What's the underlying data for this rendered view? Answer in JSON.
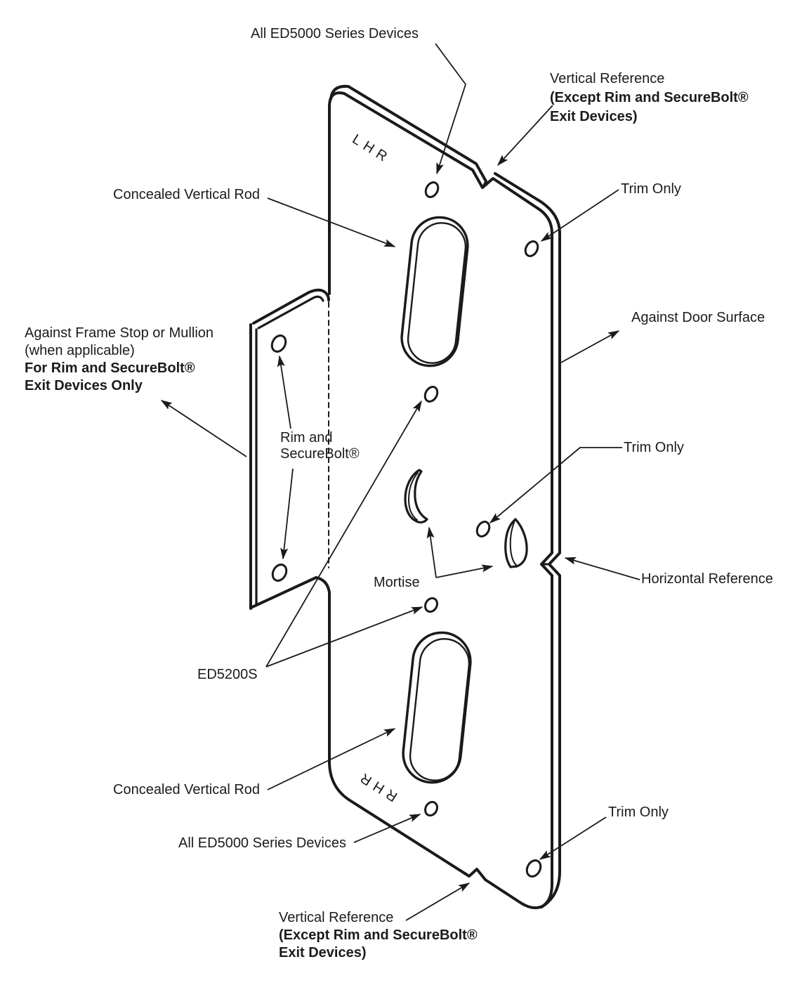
{
  "diagram": {
    "title_semantics": "Exit device mounting template diagram",
    "ink_color": "#1a1a1a",
    "labels": {
      "all_ed5000": "All ED5000 Series Devices",
      "trim_only": "Trim Only",
      "concealed_vertical_rod": "Concealed Vertical Rod",
      "against_door_surface": "Against Door Surface",
      "mortise": "Mortise",
      "horizontal_reference": "Horizontal Reference",
      "ed5200s": "ED5200S",
      "vertical_reference": {
        "line1": "Vertical Reference",
        "line2": "(Except Rim and SecureBolt®",
        "line3": "Exit Devices)"
      },
      "against_frame": {
        "line1": "Against Frame Stop or Mullion",
        "line2": "(when applicable)",
        "line3": "For Rim and SecureBolt®",
        "line4": "Exit Devices Only"
      },
      "rim_securebolt": {
        "line1": "Rim and",
        "line2": "SecureBolt®"
      }
    },
    "plate_markings": {
      "top": "LHR",
      "bottom": "RHR"
    }
  }
}
